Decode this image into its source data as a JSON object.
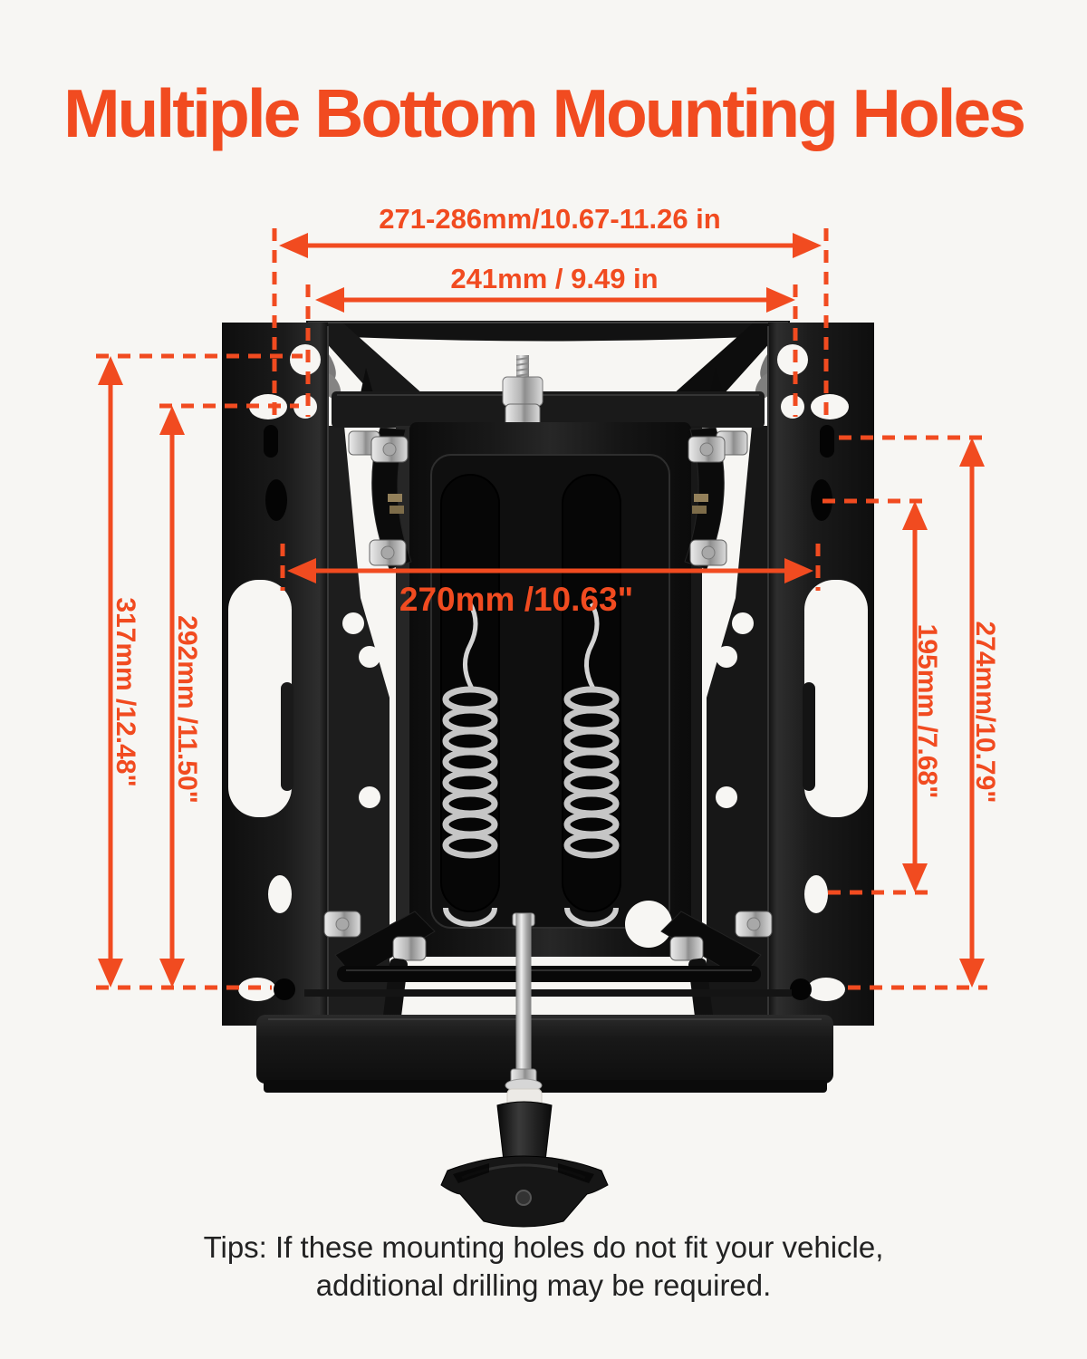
{
  "title": "Multiple Bottom Mounting Holes",
  "dimension_labels": {
    "top_outer": "271-286mm/10.67-11.26 in",
    "top_inner": "241mm / 9.49 in",
    "center_width": "270mm /10.63\"",
    "left_outer": "317mm /12.48\"",
    "left_inner": "292mm /11.50\"",
    "right_inner": "195mm /7.68\"",
    "right_outer": "274mm/10.79\""
  },
  "tips": {
    "line1": "Tips: If these mounting holes do not fit your vehicle,",
    "line2": "additional drilling may be required."
  },
  "colors": {
    "accent": "#F14B20",
    "background": "#F7F6F3",
    "bracket_black": "#161616",
    "chrome": "#C9C9C9",
    "tips_text": "#222222"
  }
}
